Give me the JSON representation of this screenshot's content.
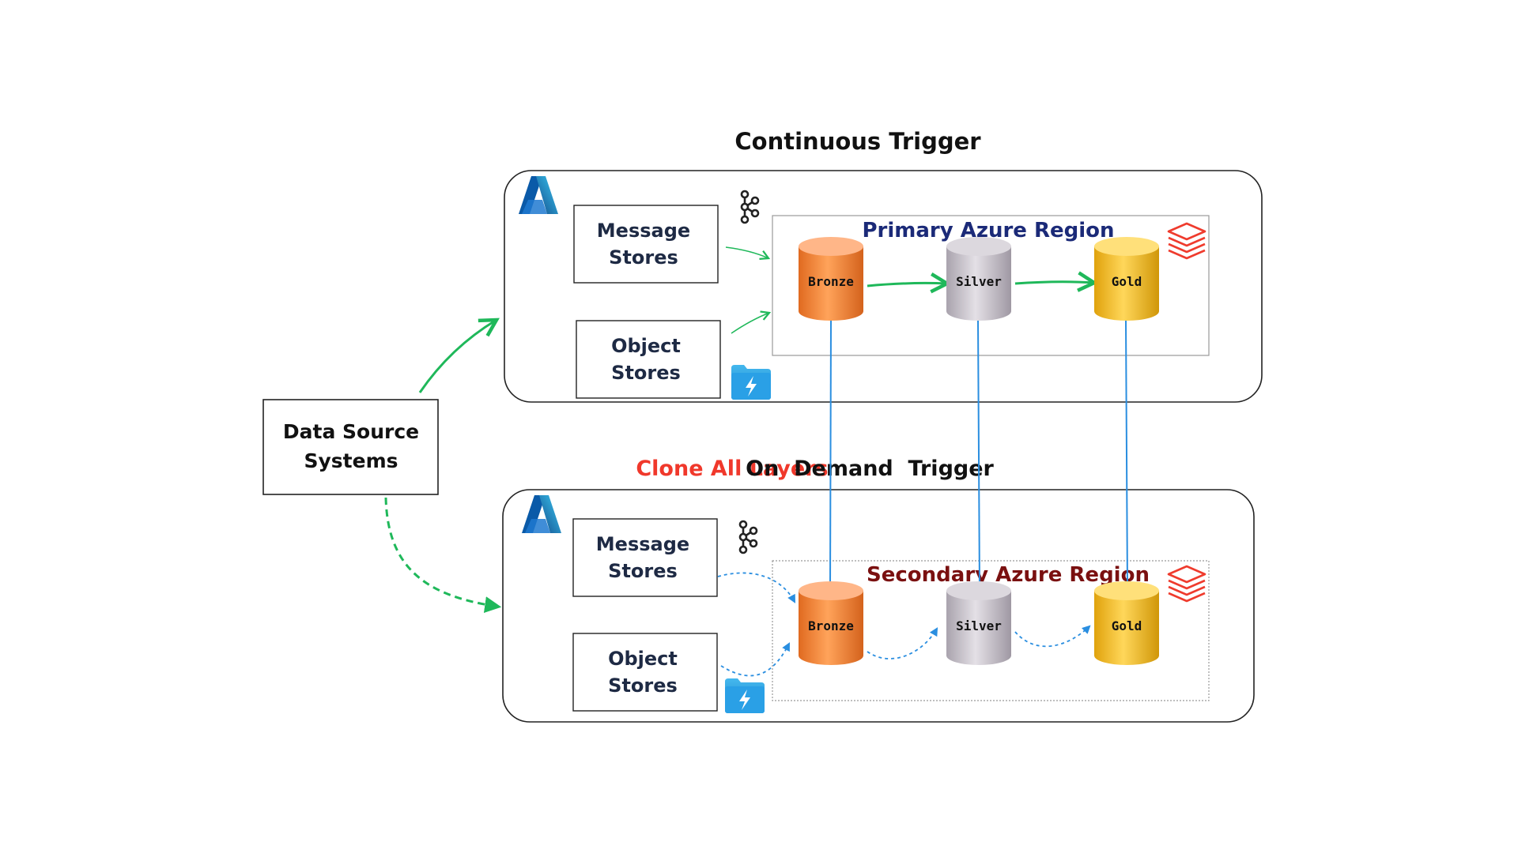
{
  "headers": {
    "continuous": "Continuous Trigger",
    "on_demand": "On  Demand  Trigger",
    "clone": "Clone All Layers"
  },
  "data_source": {
    "line1": "Data Source",
    "line2": "Systems"
  },
  "primary": {
    "region_label": "Primary Azure Region",
    "message_stores": [
      "Message",
      "Stores"
    ],
    "object_stores": [
      "Object",
      "Stores"
    ],
    "layers": [
      "Bronze",
      "Silver",
      "Gold"
    ]
  },
  "secondary": {
    "region_label": "Secondary Azure Region",
    "message_stores": [
      "Message",
      "Stores"
    ],
    "object_stores": [
      "Object",
      "Stores"
    ],
    "layers": [
      "Bronze",
      "Silver",
      "Gold"
    ]
  },
  "icons": {
    "azure": "azure-logo-icon",
    "kafka": "kafka-icon",
    "storage": "storage-folder-icon",
    "databricks": "databricks-layers-icon"
  },
  "colors": {
    "green_arrow": "#1fb85a",
    "blue_arrow": "#2a8ee0",
    "clone_text": "#f0382b",
    "primary_region": "#1b2a78",
    "secondary_region": "#7a1010",
    "bronze": "#f08a3c",
    "silver": "#c9c4cc",
    "gold": "#f2b81c"
  }
}
